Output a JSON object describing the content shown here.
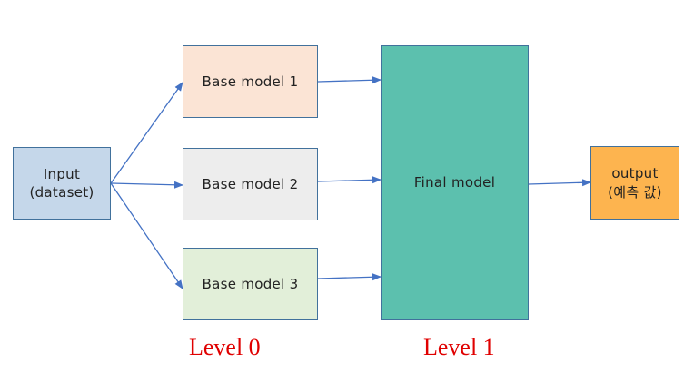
{
  "nodes": {
    "input": {
      "label": "Input\n(dataset)",
      "color": "#c5d7ea"
    },
    "base1": {
      "label": "Base model 1",
      "color": "#fbe4d5"
    },
    "base2": {
      "label": "Base model 2",
      "color": "#ededed"
    },
    "base3": {
      "label": "Base model 3",
      "color": "#e2efd9"
    },
    "final": {
      "label": "Final model",
      "color": "#5cc0ae"
    },
    "output": {
      "label": "output\n(예측 값)",
      "color": "#fdb44f"
    }
  },
  "levels": {
    "level0": "Level 0",
    "level1": "Level 1"
  },
  "colors": {
    "border": "#41719c",
    "arrow": "#4472c4",
    "level_text": "#e00000"
  }
}
